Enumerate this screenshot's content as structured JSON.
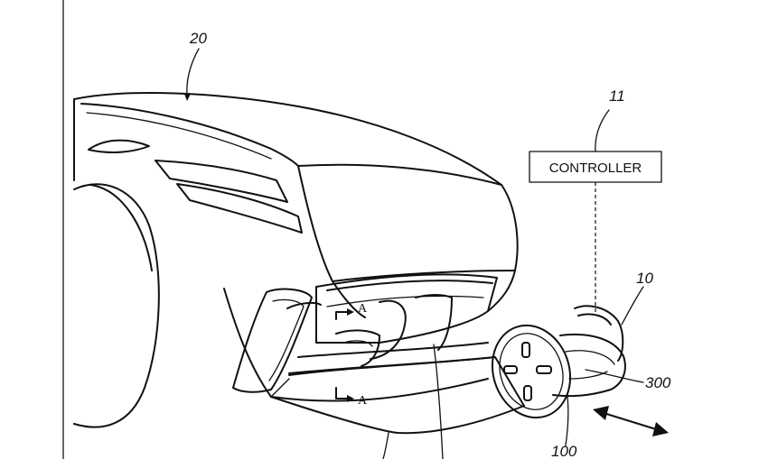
{
  "labels": {
    "vehicle_ref": "20",
    "controller_ref": "11",
    "controller_box": "CONTROLLER",
    "mobility_ref": "10",
    "part_300": "300",
    "part_100": "100",
    "section_top": "A",
    "section_bottom": "A"
  },
  "colors": {
    "ink": "#111111",
    "paper": "#ffffff"
  },
  "icons": {
    "section_arrow": "section-arrow",
    "motion_arrow": "double-headed-arrow"
  }
}
